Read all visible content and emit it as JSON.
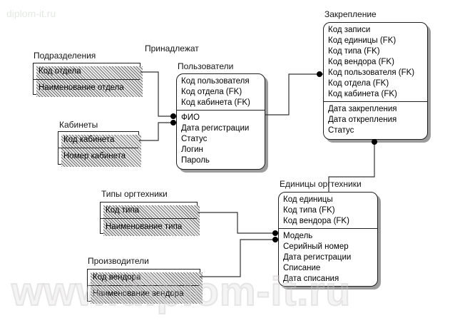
{
  "watermarks": {
    "top_left": "diplom-it.ru",
    "bottom": "www.diplom-it.ru"
  },
  "relationship_label": "Принадлежат",
  "entities": {
    "podrazdeleniya": {
      "title": "Подразделения",
      "keys": [
        "Код отдела"
      ],
      "attrs": [
        "Наименование отдела"
      ]
    },
    "kabinety": {
      "title": "Кабинеты",
      "keys": [
        "Код кабинета"
      ],
      "attrs": [
        "Номер кабинета"
      ]
    },
    "polzovateli": {
      "title": "Пользователи",
      "keys": [
        "Код пользователя",
        "Код отдела (FK)",
        "Код кабинета (FK)"
      ],
      "attrs": [
        "ФИО",
        "Дата регистрации",
        "Статус",
        "Логин",
        "Пароль"
      ]
    },
    "zakreplenie": {
      "title": "Закрепление",
      "keys": [
        "Код записи",
        "Код единицы (FK)",
        "Код типа (FK)",
        "Код вендора (FK)",
        "Код пользователя (FK)",
        "Код отдела (FK)",
        "Код кабинета (FK)"
      ],
      "attrs": [
        "Дата закрепления",
        "Дата открепления",
        "Статус"
      ]
    },
    "tipy": {
      "title": "Типы оргтехники",
      "keys": [
        "Код типа"
      ],
      "attrs": [
        "Наименование типа"
      ]
    },
    "proizvoditeli": {
      "title": "Производители",
      "keys": [
        "Код вендора"
      ],
      "attrs": [
        "Наименование вендора"
      ]
    },
    "edinitsy": {
      "title": "Единицы оргтехники",
      "keys": [
        "Код единицы",
        "Код типа (FK)",
        "Код вендора (FK)"
      ],
      "attrs": [
        "Модель",
        "Серийный номер",
        "Дата регистрации",
        "Списание",
        "Дата списания"
      ]
    }
  },
  "relationships": [
    {
      "parent": "Подразделения",
      "child": "Пользователи",
      "label": "Принадлежат"
    },
    {
      "parent": "Кабинеты",
      "child": "Пользователи",
      "label": ""
    },
    {
      "parent": "Пользователи",
      "child": "Закрепление",
      "label": ""
    },
    {
      "parent": "Единицы оргтехники",
      "child": "Закрепление",
      "label": ""
    },
    {
      "parent": "Типы оргтехники",
      "child": "Единицы оргтехники",
      "label": ""
    },
    {
      "parent": "Производители",
      "child": "Единицы оргтехники",
      "label": ""
    }
  ],
  "colors": {
    "line": "#333333",
    "border": "#1f1f1f",
    "shadow": "#9c9c9c",
    "text": "#000000",
    "watermark": "#dcd8d8"
  }
}
